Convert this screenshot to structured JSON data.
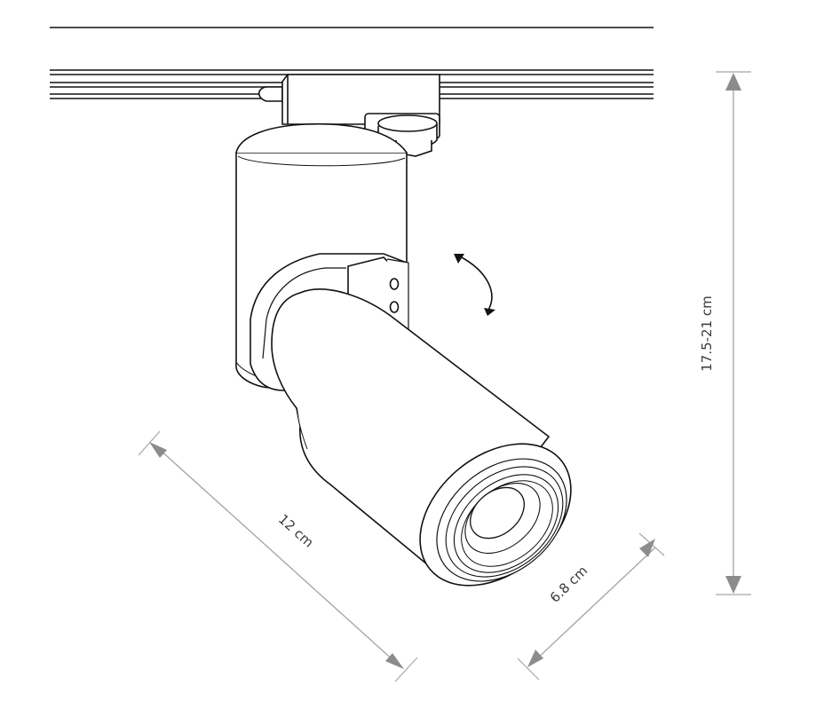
{
  "dimensions": {
    "length": "12 cm",
    "diameter": "6.8 cm",
    "height": "17.5-21 cm"
  },
  "colors": {
    "outline": "#111111",
    "dimension_line": "#a8a8a8",
    "dimension_arrow": "#8c8c8c",
    "label": "#3a3a3a"
  }
}
